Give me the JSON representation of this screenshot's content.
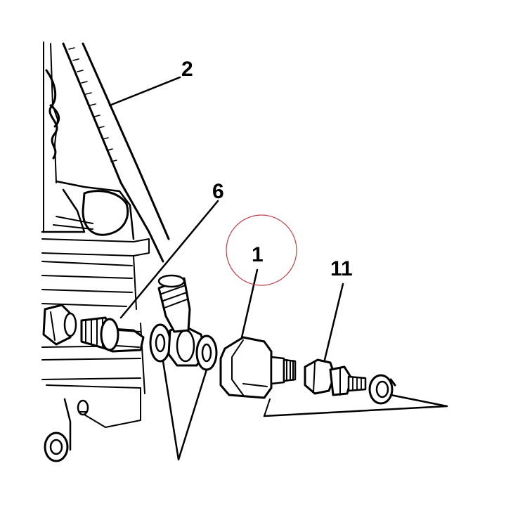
{
  "callouts": {
    "label_2": "2",
    "label_6": "6",
    "label_1": "1",
    "label_11": "11"
  },
  "colors": {
    "ink": "#000000",
    "paper": "#ffffff",
    "highlight_circle": "#c0404a"
  }
}
